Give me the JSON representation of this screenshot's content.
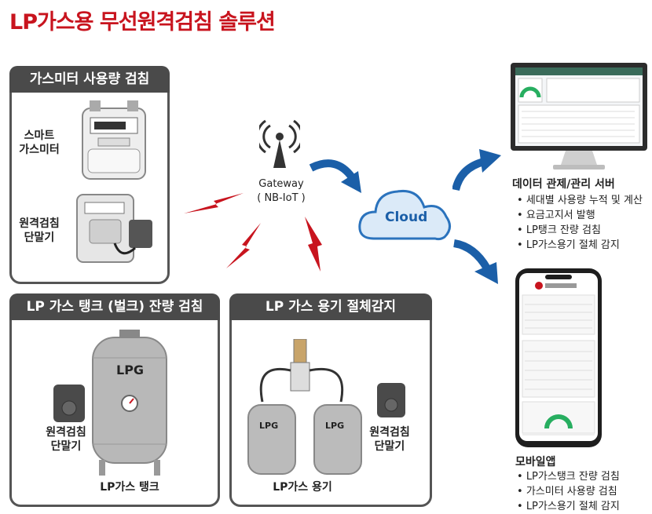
{
  "title": "LP가스용 무선원격검침 솔루션",
  "meter_panel": {
    "header": "가스미터 사용량 검침",
    "smart_meter_line1": "스마트",
    "smart_meter_line2": "가스미터",
    "terminal_line1": "원격검침",
    "terminal_line2": "단말기"
  },
  "tank_panel": {
    "header": "LP 가스 탱크 (벌크) 잔량 검침",
    "tank_text": "LPG",
    "terminal_line1": "원격검침",
    "terminal_line2": "단말기",
    "caption": "LP가스 탱크"
  },
  "cylinder_panel": {
    "header": "LP 가스 용기 절체감지",
    "cylinder_text": "LPG",
    "terminal_line1": "원격검침",
    "terminal_line2": "단말기",
    "caption": "LP가스 용기"
  },
  "gateway": {
    "line1": "Gateway",
    "line2": "( NB-IoT )"
  },
  "cloud": {
    "label": "Cloud"
  },
  "server": {
    "title": "데이터 관제/관리 서버",
    "items": [
      "세대별 사용량 누적 및 계산",
      "요금고지서 발행",
      "LP탱크 잔량 검침",
      "LP가스용기 절체 감지"
    ]
  },
  "mobile": {
    "title": "모바일앱",
    "items": [
      "LP가스탱크 잔량 검침",
      "가스미터 사용량 검침",
      "LP가스용기 절체 감지"
    ]
  },
  "colors": {
    "accent_red": "#c8141e",
    "arrow_blue": "#1b5fa8",
    "panel_dark": "#4a4a4a"
  }
}
